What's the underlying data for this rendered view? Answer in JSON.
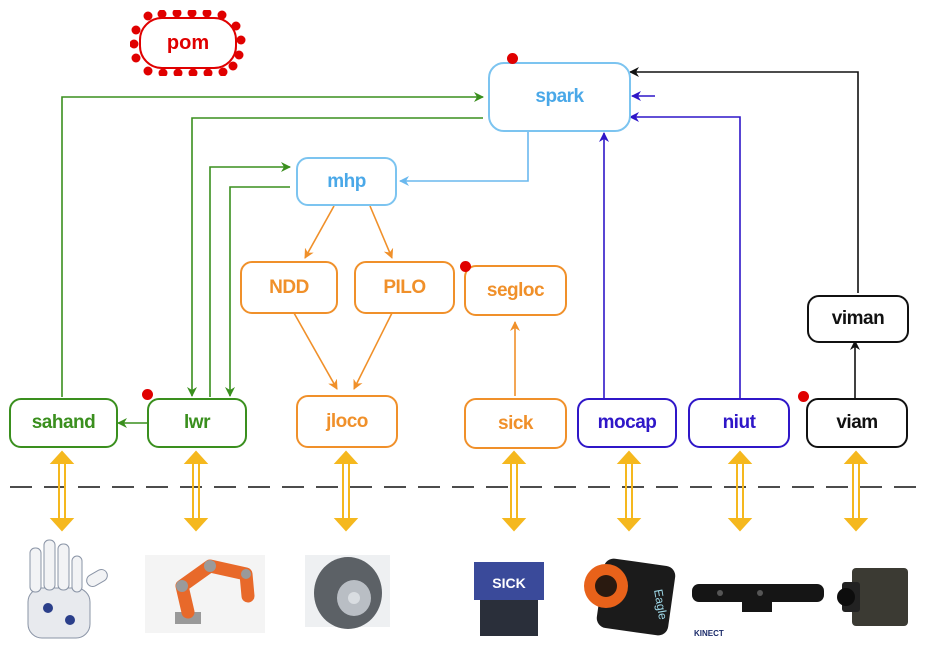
{
  "colors": {
    "green": "#3a8f1e",
    "blue": "#4aa8e8",
    "orange": "#f0902a",
    "purple": "#2f17c8",
    "black": "#111111",
    "red": "#e00000",
    "hw_link": "#f5b81e"
  },
  "modules": {
    "pom": "pom",
    "spark": "spark",
    "mhp": "mhp",
    "ndd": "NDD",
    "pilo": "PILO",
    "segloc": "segloc",
    "viman": "viman",
    "sahand": "sahand",
    "lwr": "lwr",
    "jloco": "jloco",
    "sick": "sick",
    "mocap": "mocap",
    "niut": "niut",
    "viam": "viam"
  },
  "devices": [
    {
      "icon": "robot-hand-image"
    },
    {
      "icon": "robot-arm-image"
    },
    {
      "icon": "wheel-image"
    },
    {
      "icon": "sick-laser-scanner-image",
      "label": "SICK"
    },
    {
      "icon": "eagle-mocap-camera-image",
      "label": "Eagle"
    },
    {
      "icon": "kinect-sensor-image",
      "label": "KINECT"
    },
    {
      "icon": "industrial-camera-image"
    }
  ]
}
